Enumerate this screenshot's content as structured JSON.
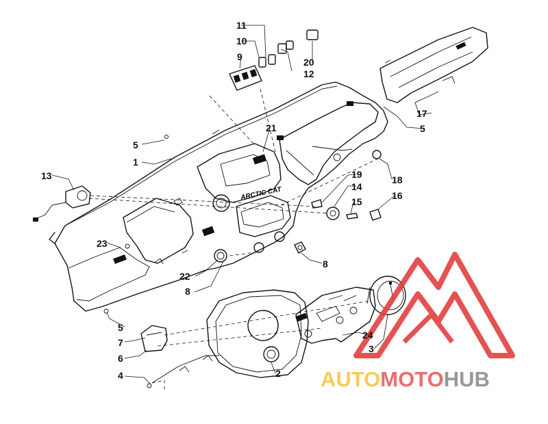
{
  "diagram": {
    "parts": [
      {
        "id": "p1",
        "label": "1"
      },
      {
        "id": "p2",
        "label": "2"
      },
      {
        "id": "p3",
        "label": "3"
      },
      {
        "id": "p4",
        "label": "4"
      },
      {
        "id": "p5a",
        "label": "5"
      },
      {
        "id": "p5b",
        "label": "5"
      },
      {
        "id": "p5c",
        "label": "5"
      },
      {
        "id": "p6",
        "label": "6"
      },
      {
        "id": "p7",
        "label": "7"
      },
      {
        "id": "p8a",
        "label": "8"
      },
      {
        "id": "p8b",
        "label": "8"
      },
      {
        "id": "p9",
        "label": "9"
      },
      {
        "id": "p10",
        "label": "10"
      },
      {
        "id": "p11",
        "label": "11"
      },
      {
        "id": "p12",
        "label": "12"
      },
      {
        "id": "p13",
        "label": "13"
      },
      {
        "id": "p14",
        "label": "14"
      },
      {
        "id": "p15",
        "label": "15"
      },
      {
        "id": "p16",
        "label": "16"
      },
      {
        "id": "p17",
        "label": "17"
      },
      {
        "id": "p18",
        "label": "18"
      },
      {
        "id": "p19",
        "label": "19"
      },
      {
        "id": "p20",
        "label": "20"
      },
      {
        "id": "p21",
        "label": "21"
      },
      {
        "id": "p22",
        "label": "22"
      },
      {
        "id": "p23",
        "label": "23"
      },
      {
        "id": "p24",
        "label": "24"
      }
    ],
    "brand_mark": "ARCTIC CAT"
  },
  "watermark": {
    "part1": "AUTO",
    "part2": "MOTO",
    "part3": "HUB",
    "colors": {
      "auto": "#f5c542",
      "moto": "#e65a5a",
      "hub": "#8a8a8a",
      "triangle": "#e23b3b"
    }
  }
}
